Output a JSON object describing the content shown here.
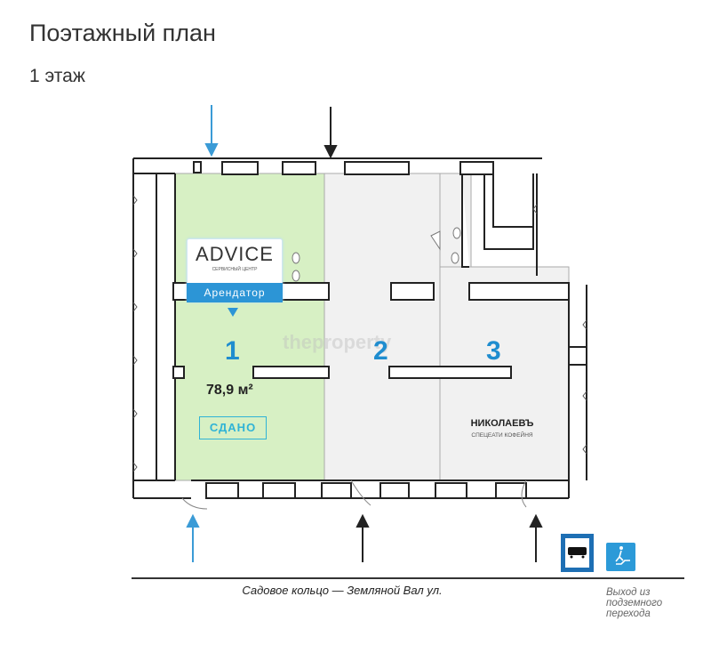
{
  "header": {
    "title": "Поэтажный план",
    "floor": "1 этаж"
  },
  "plan": {
    "tenant_card": {
      "brand": "ADVICE",
      "brand_sub": "СЕРВИСНЫЙ ЦЕНТР",
      "band_label": "Арендатор"
    },
    "rooms": [
      {
        "number": "1",
        "area": "78,9 м²",
        "status": "СДАНО",
        "color": "#d7f0c4"
      },
      {
        "number": "2",
        "color": "#f0f0f0"
      },
      {
        "number": "3",
        "tenant": "НИКОЛАЕВЪ",
        "tenant_sub": "СПЕЦЕАТИ КОФЕЙНЯ",
        "color": "#f0f0f0"
      }
    ],
    "watermark": "theproperty",
    "accent": "#2c95d6"
  },
  "footer": {
    "street": "Садовое кольцо — Земляной Вал ул.",
    "exit_label": "Выход из подземного перехода"
  },
  "icons": [
    "bus-stop-icon",
    "underground-exit-icon"
  ]
}
